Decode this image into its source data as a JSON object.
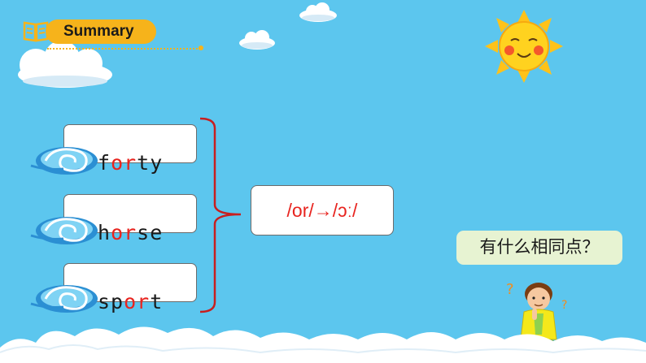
{
  "header": {
    "title": "Summary"
  },
  "words": [
    {
      "pre": "f",
      "hl": "or",
      "post": "ty"
    },
    {
      "pre": "h",
      "hl": "or",
      "post": "se"
    },
    {
      "pre": "sp",
      "hl": "or",
      "post": "t"
    }
  ],
  "answer": {
    "text": "/or/→/ɔː/"
  },
  "bubble": {
    "text": "有什么相同点？"
  },
  "colors": {
    "sky": "#5cc6ee",
    "accent": "#f6b31b",
    "highlight": "#e8241f",
    "bubble": "#e7f3d2"
  },
  "icons": [
    "book-icon",
    "cloud-icon",
    "sun-icon",
    "swirl-cloud-icon",
    "bracket",
    "boy-illustration",
    "question-mark-icon"
  ]
}
